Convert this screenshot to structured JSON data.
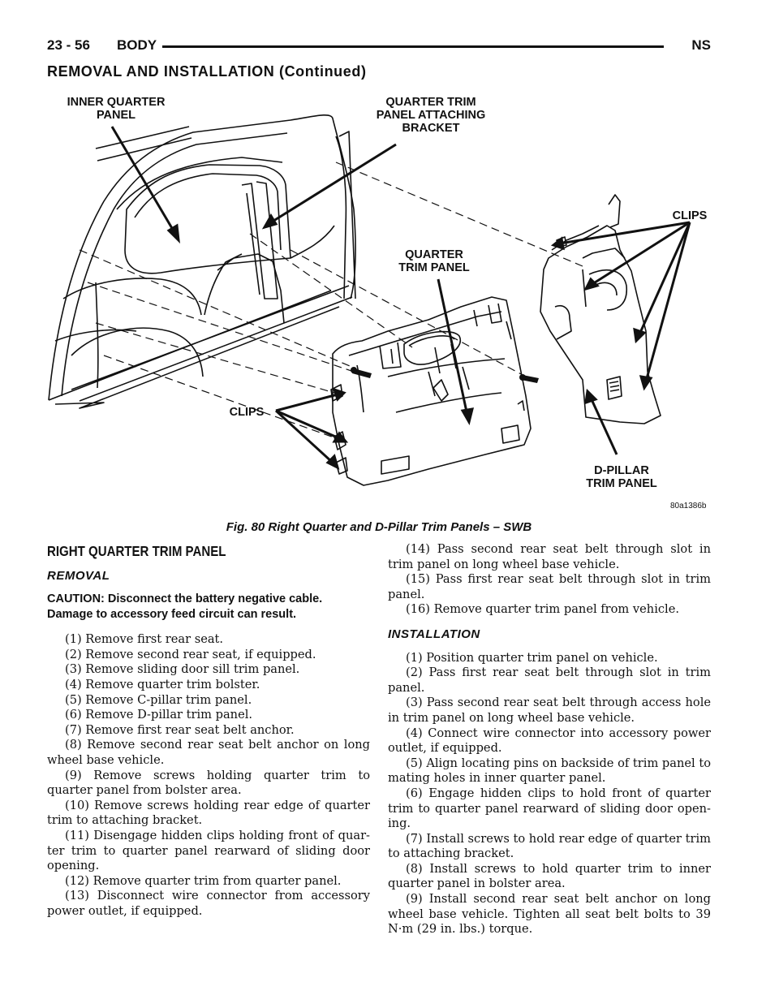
{
  "header": {
    "page_number": "23 - 56",
    "section": "BODY",
    "code": "NS"
  },
  "continued_title": "REMOVAL AND INSTALLATION (Continued)",
  "figure": {
    "labels": {
      "inner_quarter_panel": "INNER QUARTER\nPANEL",
      "bracket": "QUARTER TRIM\nPANEL ATTACHING\nBRACKET",
      "clips_right": "CLIPS",
      "quarter_trim_panel": "QUARTER\nTRIM PANEL",
      "clips_left": "CLIPS",
      "d_pillar": "D-PILLAR\nTRIM PANEL"
    },
    "figure_id": "80a1386b",
    "caption": "Fig. 80 Right Quarter and D-Pillar Trim Panels – SWB"
  },
  "section_title": "RIGHT QUARTER TRIM PANEL",
  "removal": {
    "heading": "REMOVAL",
    "caution": "CAUTION: Disconnect the battery negative cable. Damage to accessory feed circuit can result.",
    "steps_left": [
      "(1) Remove first rear seat.",
      "(2) Remove second rear seat, if equipped.",
      "(3) Remove sliding door sill trim panel.",
      "(4) Remove quarter trim bolster.",
      "(5) Remove C-pillar trim panel.",
      "(6) Remove D-pillar trim panel.",
      "(7) Remove first rear seat belt anchor.",
      "(8) Remove second rear seat belt anchor on long wheel base vehicle.",
      "(9) Remove screws holding quarter trim to quarter panel from bolster area.",
      "(10) Remove screws holding rear edge of quarter trim to attaching bracket.",
      "(11) Disengage hidden clips holding front of quar- ter trim to quarter panel rearward of sliding door opening.",
      "(12) Remove quarter trim from quarter panel.",
      "(13) Disconnect wire connector from accessory power outlet, if equipped."
    ],
    "steps_right": [
      "(14) Pass second rear seat belt through slot in trim panel on long wheel base vehicle.",
      "(15) Pass first rear seat belt through slot in trim panel.",
      "(16) Remove quarter trim panel from vehicle."
    ]
  },
  "installation": {
    "heading": "INSTALLATION",
    "steps": [
      "(1) Position quarter trim panel on vehicle.",
      "(2) Pass first rear seat belt through slot in trim panel.",
      "(3) Pass second rear seat belt through access hole in trim panel on long wheel base vehicle.",
      "(4) Connect wire connector into accessory power outlet, if equipped.",
      "(5) Align locating pins on backside of trim panel to mating holes in inner quarter panel.",
      "(6) Engage hidden clips to hold front of quarter trim to quarter panel rearward of sliding door open- ing.",
      "(7) Install screws to hold rear edge of quarter trim to attaching bracket.",
      "(8) Install screws to hold quarter trim to inner quarter panel in bolster area.",
      "(9) Install second rear seat belt anchor on long wheel base vehicle. Tighten all seat belt bolts to 39 N·m (29 in. lbs.) torque."
    ]
  }
}
